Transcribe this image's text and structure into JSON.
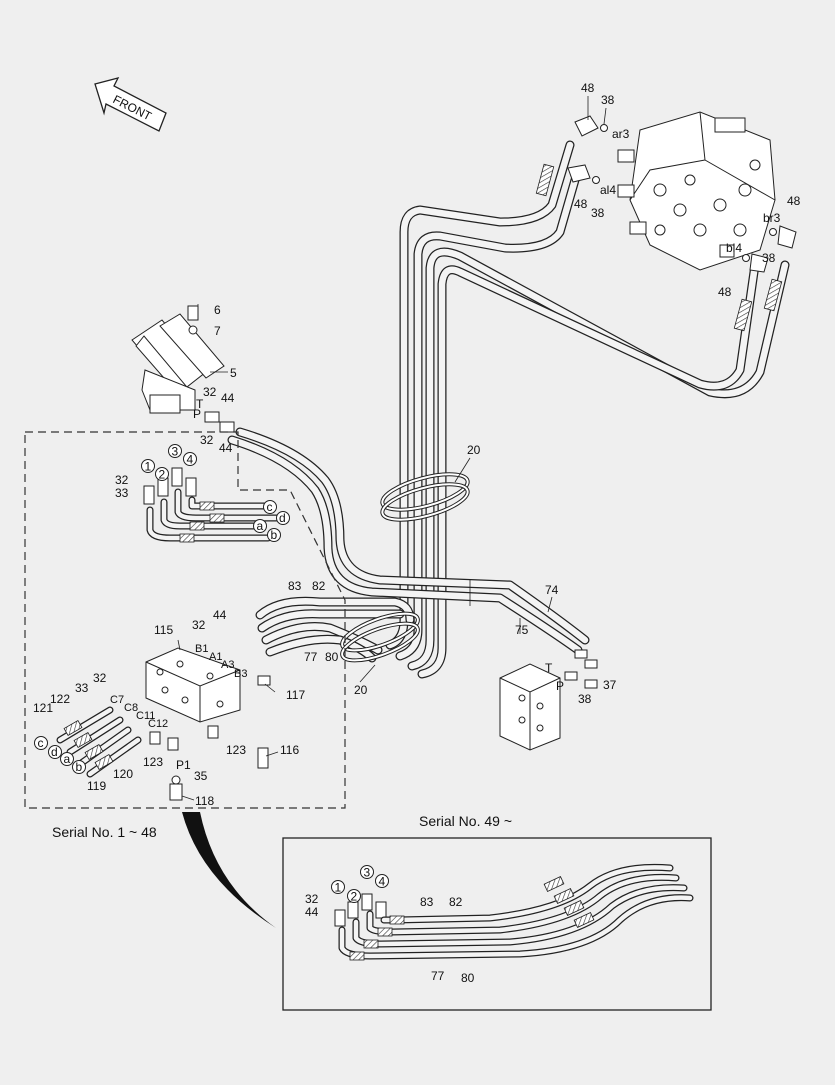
{
  "direction": {
    "front_label": "FRONT"
  },
  "section_labels": {
    "serial_early": "Serial No. 1 ~ 48",
    "serial_late": "Serial No. 49 ~"
  },
  "callouts": {
    "c48a": "48",
    "c38a": "38",
    "ar3": "ar3",
    "c48b": "48",
    "c38b": "38",
    "al4": "al4",
    "c48c": "48",
    "br3": "br3",
    "c38c": "38",
    "bl4": "bl4",
    "c48d": "48",
    "c6": "6",
    "c7": "7",
    "c5": "5",
    "c32a": "32",
    "c44a": "44",
    "T1": "T",
    "P1": "P",
    "c32b": "32",
    "c44b": "44",
    "c20a": "20",
    "n1": "1",
    "n2": "2",
    "n3": "3",
    "n4": "4",
    "c32c": "32",
    "c33a": "33",
    "lc": "c",
    "ld": "d",
    "la": "a",
    "lb": "b",
    "c83a": "83",
    "c82a": "82",
    "c74": "74",
    "c44c": "44",
    "c32d": "32",
    "c115": "115",
    "B1": "B1",
    "A1": "A1",
    "A3": "A3",
    "B3": "B3",
    "c77a": "77",
    "c80a": "80",
    "c75": "75",
    "c20b": "20",
    "T2": "T",
    "P2": "P",
    "c37": "37",
    "c38d": "38",
    "c117": "117",
    "c32e": "32",
    "c33b": "33",
    "c122": "122",
    "c121": "121",
    "C7": "C7",
    "C8": "C8",
    "C11": "C11",
    "C12": "C12",
    "lc2": "c",
    "ld2": "d",
    "la2": "a",
    "lb2": "b",
    "c120": "120",
    "c119": "119",
    "c123a": "123",
    "c123b": "123",
    "c116": "116",
    "Pp1": "P1",
    "c35": "35",
    "c118": "118",
    "n1b": "1",
    "n2b": "2",
    "n3b": "3",
    "n4b": "4",
    "c32f": "32",
    "c44d": "44",
    "c83b": "83",
    "c82b": "82",
    "c77b": "77",
    "c80b": "80"
  }
}
